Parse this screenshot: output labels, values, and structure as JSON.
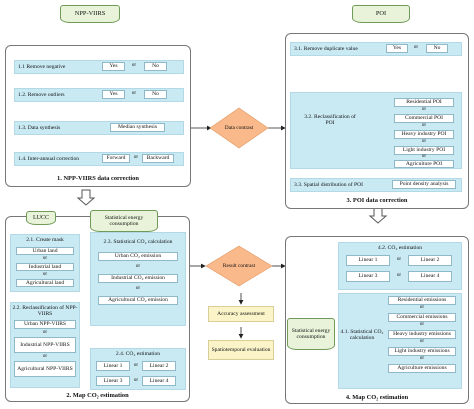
{
  "sources": {
    "npp": "NPP-VIIRS",
    "poi": "POI",
    "lucc": "LUCC",
    "energy_top": "Statistical energy consumption",
    "energy_right": "Statistical energy consumption"
  },
  "panel1": {
    "title": "1. NPP-VIIRS data correction",
    "s1": "1.1 Remove negative",
    "s2": "1.2. Remove outliers",
    "s3": "1.3. Data synthesis",
    "s4": "1.4. Inter-annual correction",
    "yes": "Yes",
    "or": "or",
    "no": "No",
    "median": "Median synthesis",
    "forward": "Forward",
    "backward": "Backward"
  },
  "panel3": {
    "title": "3. POI data correction",
    "s1": "3.1. Remove duplicate value",
    "s2": "3.2. Reclassification of POI",
    "s3": "3.3. Spatial distribution of POI",
    "yes": "Yes",
    "or": "or",
    "no": "No",
    "classes": [
      "Residential POI",
      "Commercial POI",
      "Heavy industry POI",
      "Light industry POI",
      "Agriculture POI"
    ],
    "density": "Point density analysis"
  },
  "panel2": {
    "title": "2. Map CO₂ estimation",
    "mask": "2.1. Create mask",
    "land": [
      "Urban land",
      "Industrial land",
      "Agricultural land"
    ],
    "recl": "2.2. Reclassification of NPP-VIIRS",
    "recl_items": [
      "Urban NPP-VIIRS",
      "Industrial NPP-VIIRS",
      "Agricultural NPP-VIIRS"
    ],
    "calc": "2.3. Statistical CO₂ calculation",
    "emissions": [
      "Urban CO₂ emission",
      "Industrial CO₂ emission",
      "Agricultural CO₂ emission"
    ],
    "est": "2.4. CO₂ estimation",
    "linear": [
      "Linear 1",
      "Linear 2",
      "Linear 3",
      "Linear 4"
    ],
    "or": "or"
  },
  "panel4": {
    "title": "4. Map CO₂ estimation",
    "est": "4.2. CO₂ estimation",
    "linear": [
      "Linear 1",
      "Linear 2",
      "Linear 3",
      "Linear 4"
    ],
    "calc": "4.1. Statistical CO₂ calculation",
    "emissions": [
      "Residential emissions",
      "Commercial emissions",
      "Heavy industry emissions",
      "Light industry emissions",
      "Agriculture emissions"
    ],
    "or": "or"
  },
  "center": {
    "data_contrast": "Data contrast",
    "result_contrast": "Result contrast",
    "accuracy": "Accuracy assessment",
    "spatiotemporal": "Spatiotemporal evaluation"
  },
  "colors": {
    "section_fill": "#c9e9f3",
    "diamond_fill": "#f9b98b",
    "evaluation_fill": "#fbf4c9",
    "source_fill": "#e8f3d9"
  }
}
